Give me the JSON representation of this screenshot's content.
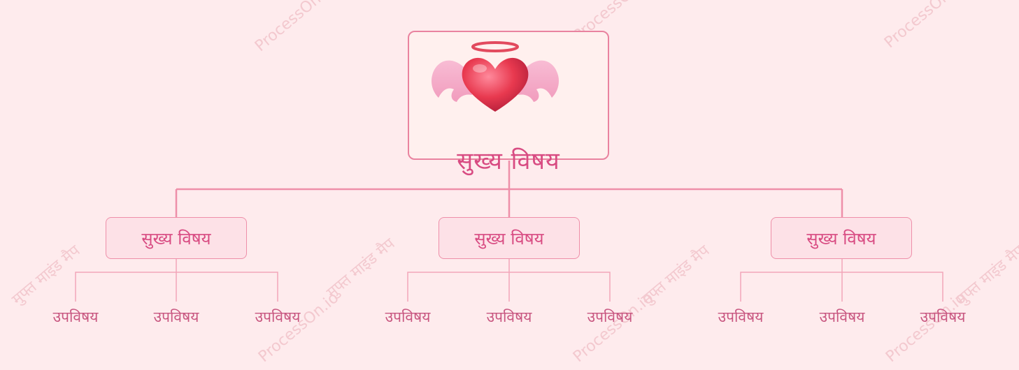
{
  "diagram": {
    "root": {
      "label": "सुख्य विषय",
      "icon": "winged-heart-icon"
    },
    "branches": [
      {
        "label": "सुख्य विषय",
        "leaves": [
          "उपविषय",
          "उपविषय",
          "उपविषय"
        ]
      },
      {
        "label": "सुख्य विषय",
        "leaves": [
          "उपविषय",
          "उपविषय",
          "उपविषय"
        ]
      },
      {
        "label": "सुख्य विषय",
        "leaves": [
          "उपविषय",
          "उपविषय",
          "उपविषय"
        ]
      }
    ]
  },
  "watermarks": [
    "ProcessOn.io",
    "मुफ्त माइंड मैप"
  ],
  "colors": {
    "background": "#feebed",
    "line": "#ee8fa9",
    "root_border": "#e9839f",
    "root_fill": "#fff0ee",
    "branch_fill": "#fde1e7",
    "text": "#d84b82"
  }
}
